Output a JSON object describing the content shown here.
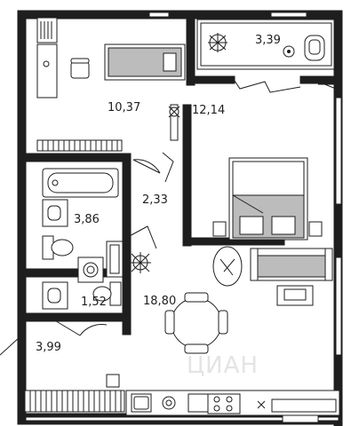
{
  "plan": {
    "rooms": [
      {
        "id": "kitchen-room",
        "area": "10,37"
      },
      {
        "id": "balcony-top",
        "area": "3,39"
      },
      {
        "id": "bedroom",
        "area": "12,14"
      },
      {
        "id": "hall",
        "area": "2,33"
      },
      {
        "id": "bathroom",
        "area": "3,86"
      },
      {
        "id": "living-room",
        "area": "18,80"
      },
      {
        "id": "wc",
        "area": "1,52"
      },
      {
        "id": "entrance-hall",
        "area": "3,99"
      }
    ],
    "watermark": "ЦИАН",
    "icons": [
      "plant-icon",
      "bed-icon",
      "sofa-icon",
      "bathtub-icon",
      "toilet-icon",
      "washing-machine-icon",
      "stove-icon",
      "sink-icon",
      "desk-icon",
      "dining-table-icon",
      "lamp-icon"
    ]
  }
}
